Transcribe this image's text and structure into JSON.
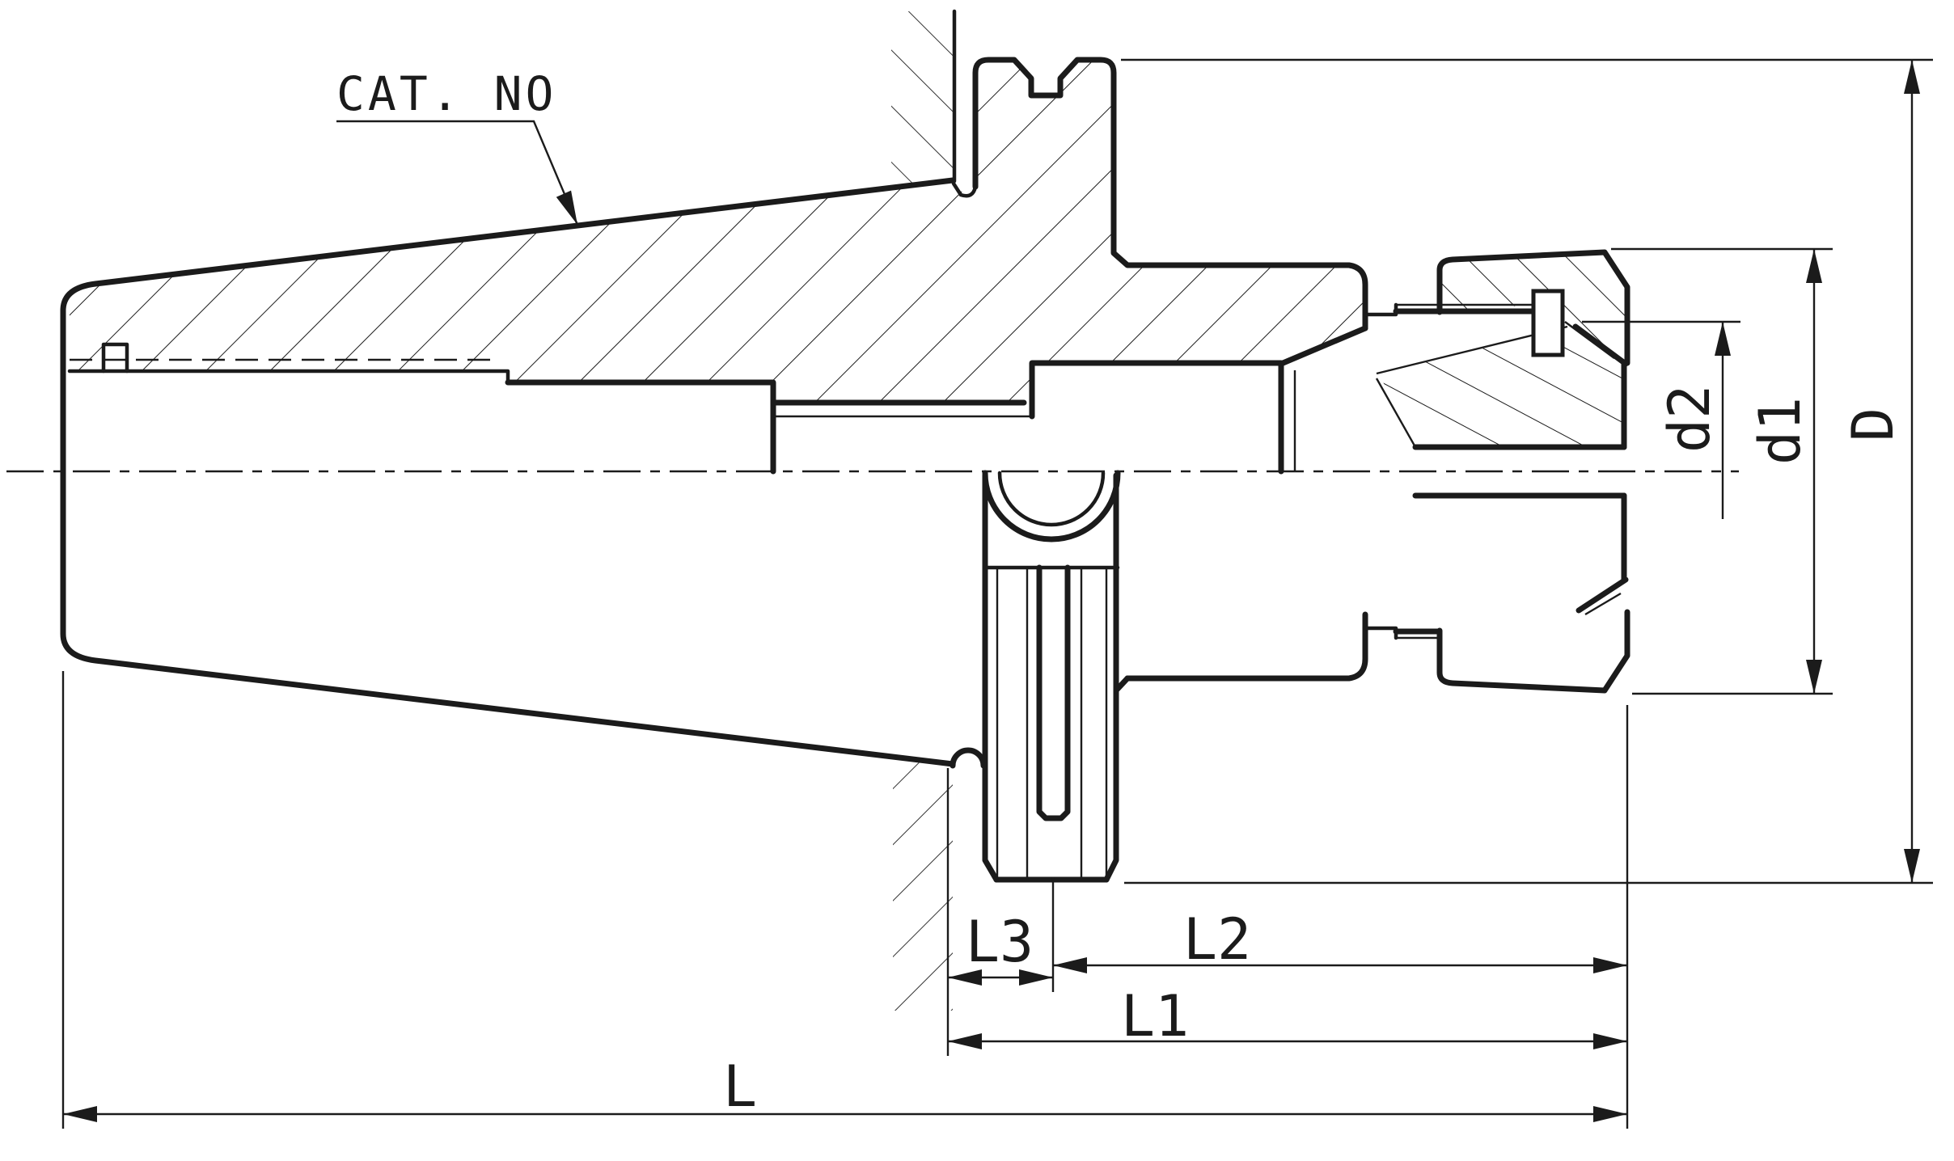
{
  "callout": {
    "label": "CAT. NO"
  },
  "dimensions": {
    "flange_diameter": "D",
    "nut_diameter": "d1",
    "collet_bore_diameter": "d2",
    "total_length": "L",
    "gauge_to_nose_length": "L1",
    "flange_to_nose_length": "L2",
    "gauge_to_groove_length": "L3"
  },
  "colors": {
    "line": "#1b1b1b",
    "background": "#ffffff"
  }
}
